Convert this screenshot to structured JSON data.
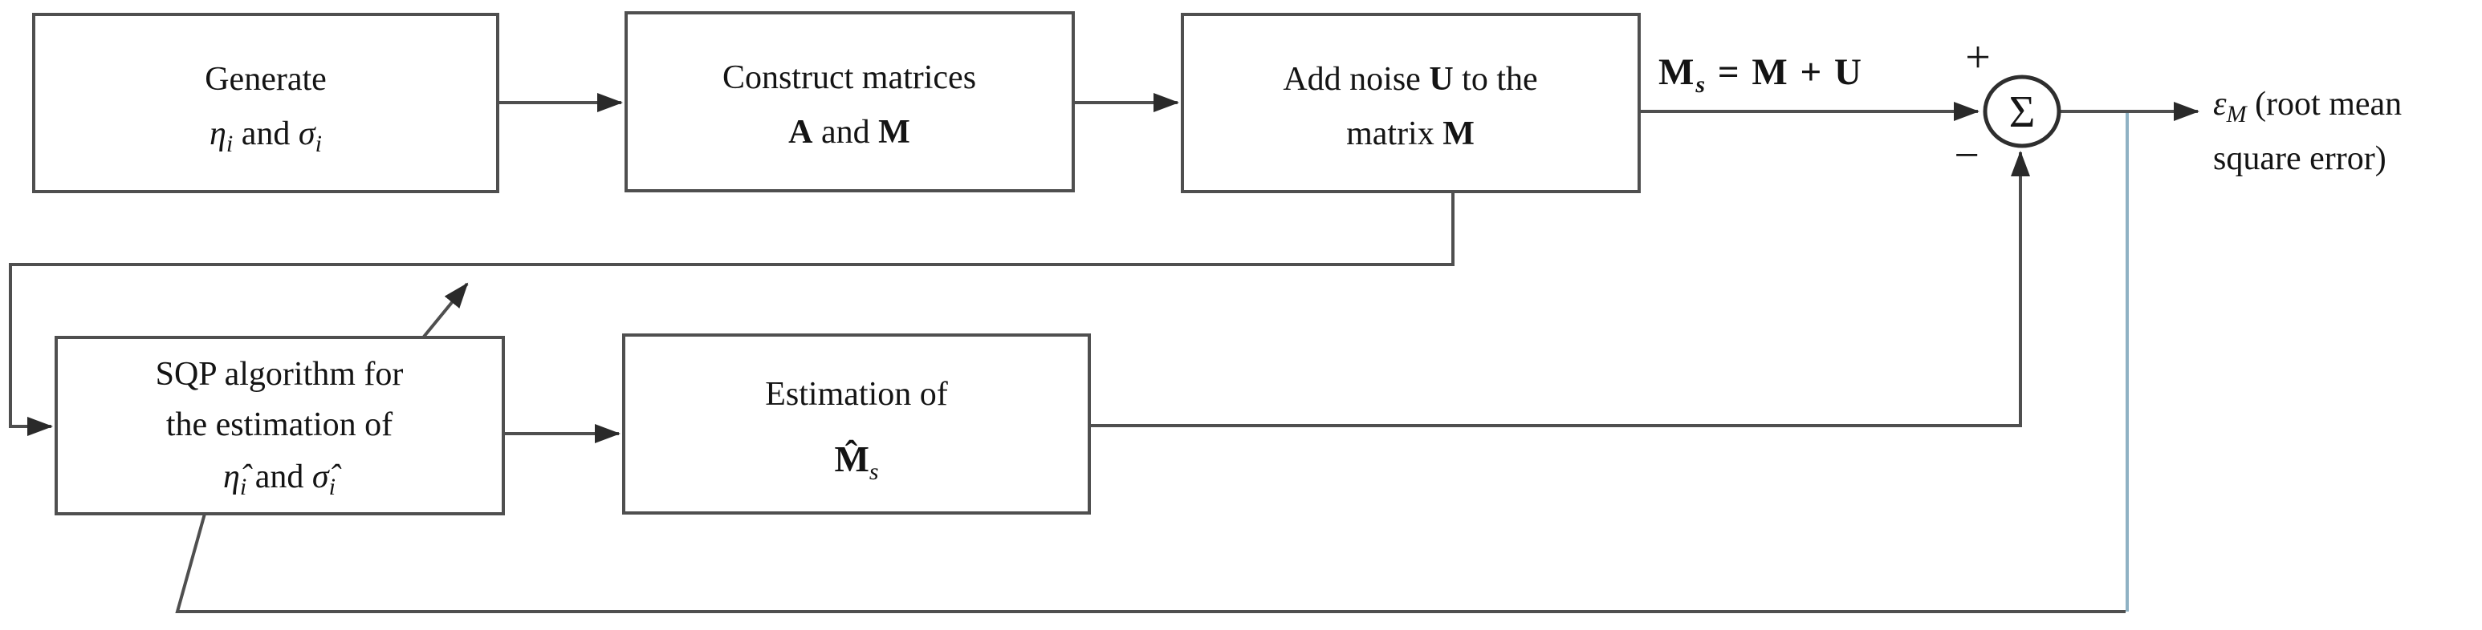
{
  "diagram": {
    "boxes": {
      "generate": {
        "line1": "Generate",
        "eta": "η",
        "eta_sub": "i",
        "mid": " and ",
        "sigma": "σ",
        "sigma_sub": "i"
      },
      "construct": {
        "line1": "Construct matrices",
        "a": "A",
        "mid": " and ",
        "m": "M"
      },
      "add_noise": {
        "pre": "Add noise ",
        "u": "U",
        "post": " to the",
        "line2_pre": "matrix ",
        "m": "M"
      },
      "sqp": {
        "line1": "SQP algorithm for",
        "line2": "the estimation of",
        "eta_hat": "η̂",
        "eta_sub": "i",
        "mid": " and ",
        "sigma_hat": "σ̂",
        "sigma_sub": "i"
      },
      "estimation": {
        "line1": "Estimation of",
        "m_hat": "M̂",
        "m_sub": "s"
      }
    },
    "labels": {
      "ms_equation": {
        "m1": "M",
        "s": "s",
        "eq": " = ",
        "m2": "M",
        "plus": " + ",
        "u": "U"
      },
      "summation": {
        "symbol": "Σ",
        "plus_sign": "+",
        "minus_sign": "−"
      },
      "output": {
        "epsilon": "ε",
        "epsilon_sub": "M",
        "line1_rest": " (root mean",
        "line2": "square error)"
      }
    },
    "colors": {
      "line": "#4f4f4f",
      "feedback_blue": "#8fb2c4",
      "text": "#141414",
      "box_fill": "#ffffff"
    }
  }
}
